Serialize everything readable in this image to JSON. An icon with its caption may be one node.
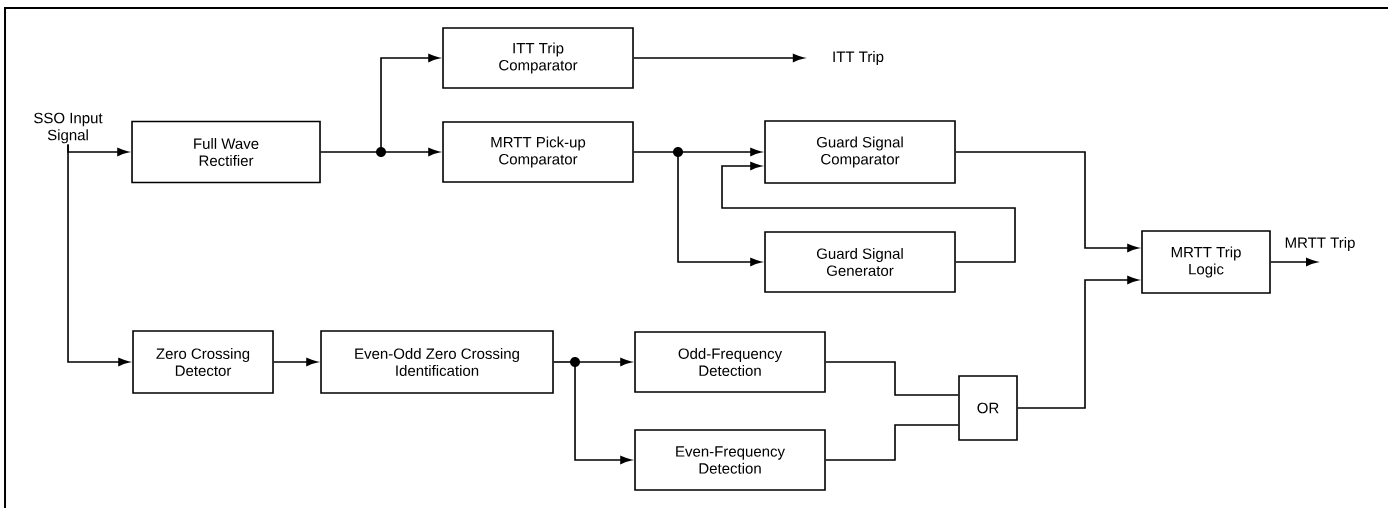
{
  "diagram": {
    "nodes": [
      {
        "text": [
          "SSO Input Signal"
        ]
      },
      {
        "text": [
          "Full Wave Rectifier"
        ]
      },
      {
        "text": [
          "ITT Trip Comparator"
        ]
      },
      {
        "text": [
          "ITT Trip"
        ]
      },
      {
        "text": [
          "MRTT Pick-up Comparator"
        ]
      },
      {
        "text": [
          "Guard Signal Comparator"
        ]
      },
      {
        "text": [
          "Guard Signal Generator"
        ]
      },
      {
        "text": [
          "MRTT Trip Logic"
        ]
      },
      {
        "text": [
          "MRTT Trip"
        ]
      },
      {
        "text": [
          "Zero Crossing Detector"
        ]
      },
      {
        "text": [
          "Even-Odd Zero Crossing Identification"
        ]
      },
      {
        "text": [
          "Odd-Frequency Detection"
        ]
      },
      {
        "text": [
          "Even-Frequency Detection"
        ]
      },
      {
        "text": [
          "OR"
        ]
      }
    ],
    "edges": [
      {
        "from": 0,
        "to": 1,
        "arrow": "to"
      },
      {
        "from": 0,
        "to": 9,
        "arrow": "to"
      },
      {
        "from": 1,
        "to": 2,
        "arrow": "to"
      },
      {
        "from": 1,
        "to": 4,
        "arrow": "to"
      },
      {
        "from": 2,
        "to": 3,
        "arrow": "to"
      },
      {
        "from": 4,
        "to": 5,
        "arrow": "to"
      },
      {
        "from": 4,
        "to": 6,
        "arrow": "to"
      },
      {
        "from": 6,
        "to": 5,
        "arrow": "to"
      },
      {
        "from": 5,
        "to": 7,
        "arrow": "to"
      },
      {
        "from": 7,
        "to": 8,
        "arrow": "to"
      },
      {
        "from": 9,
        "to": 10,
        "arrow": "to"
      },
      {
        "from": 10,
        "to": 11,
        "arrow": "to"
      },
      {
        "from": 10,
        "to": 12,
        "arrow": "to"
      },
      {
        "from": 11,
        "to": 13,
        "arrow": "none"
      },
      {
        "from": 12,
        "to": 13,
        "arrow": "none"
      },
      {
        "from": 13,
        "to": 7,
        "arrow": "to"
      }
    ]
  }
}
